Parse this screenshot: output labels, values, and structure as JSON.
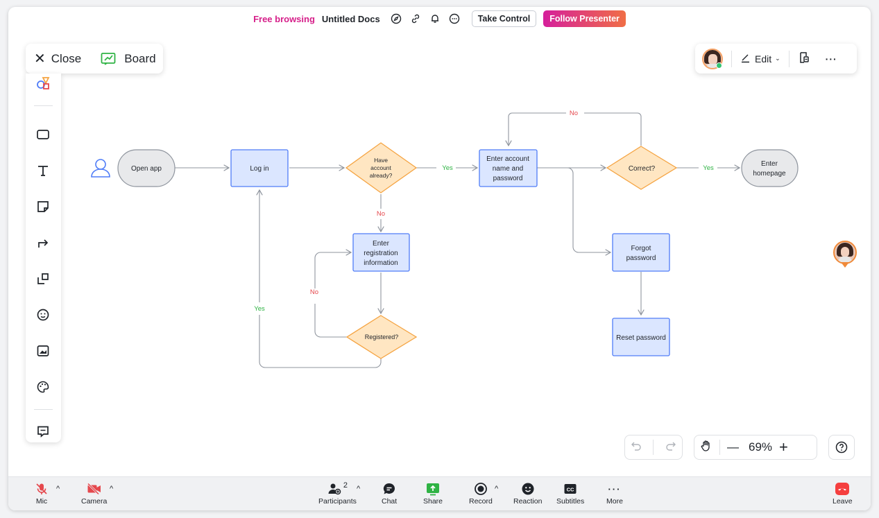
{
  "topbar": {
    "free_browsing": "Free browsing",
    "doc_name": "Untitled Docs",
    "icons": [
      "compass-icon",
      "link-icon",
      "bell-icon",
      "more-circle-icon"
    ],
    "take_control": "Take Control",
    "follow_presenter": "Follow Presenter"
  },
  "closebar": {
    "close_label": "Close",
    "board_label": "Board"
  },
  "editbar": {
    "edit_label": "Edit",
    "more": "···"
  },
  "left_toolbar": {
    "tools": [
      "shapes-icon",
      "rectangle-icon",
      "text-icon",
      "sticky-note-icon",
      "connector-icon",
      "frame-icon",
      "sticker-icon",
      "image-icon",
      "palette-icon",
      "comment-icon"
    ]
  },
  "flowchart": {
    "nodes": {
      "open_app": "Open app",
      "log_in": "Log in",
      "have_account": [
        "Have",
        "account",
        "already?"
      ],
      "enter_account": [
        "Enter account",
        "name and",
        "password"
      ],
      "correct": "Correct?",
      "enter_homepage": [
        "Enter",
        "homepage"
      ],
      "enter_registration": [
        "Enter",
        "registration",
        "information"
      ],
      "registered": "Registered?",
      "forgot_password": [
        "Forgot",
        "password"
      ],
      "reset_password": "Reset password"
    },
    "labels": {
      "yes_account": "Yes",
      "no_account": "No",
      "yes_correct": "Yes",
      "no_correct": "No",
      "no_registered": "No",
      "yes_registered": "Yes"
    },
    "colors": {
      "process_fill": "#dbe6ff",
      "process_stroke": "#4f7cf7",
      "decision_fill": "#ffe6c2",
      "decision_stroke": "#f5a442",
      "terminal_fill": "#e8e9eb",
      "terminal_stroke": "#8f959e",
      "connector": "#8f959e",
      "yes": "#2fb344",
      "no": "#e5484d"
    }
  },
  "zoom": {
    "value": "69%",
    "minus": "—",
    "plus": "+"
  },
  "meeting_bar": {
    "mic": "Mic",
    "camera": "Camera",
    "participants": "Participants",
    "participants_count": "2",
    "chat": "Chat",
    "share": "Share",
    "record": "Record",
    "reaction": "Reaction",
    "subtitles": "Subtitles",
    "more": "More",
    "leave": "Leave",
    "colors": {
      "muted": "#e5484d",
      "share": "#2fb344",
      "leave": "#f53f3f"
    }
  }
}
